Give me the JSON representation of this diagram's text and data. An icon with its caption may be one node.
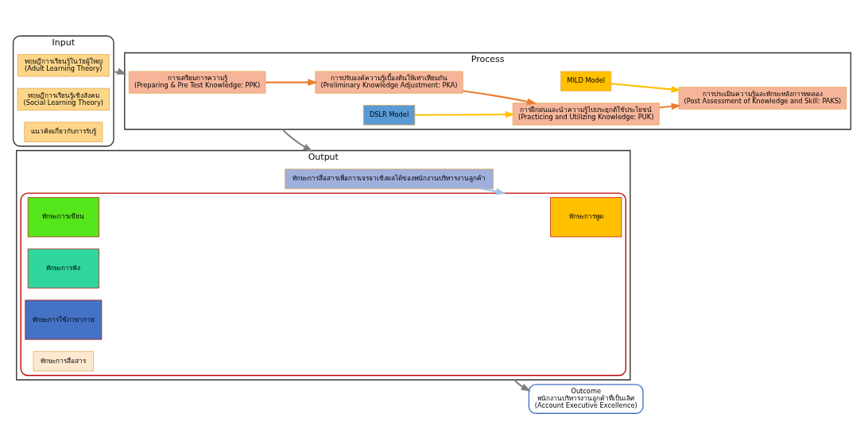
{
  "diagram": {
    "nodes": [
      {
        "text": [
          "Input"
        ]
      },
      {
        "text": [
          "ทฤษฎีการเรียนรู้ในวัยผู้ใหญ่",
          "(Adult Learning Theory)"
        ],
        "in": 0
      },
      {
        "text": [
          "ทฤษฎีการเรียนรู้เชิงสังคม",
          "(Social Learning Theory)"
        ],
        "in": 0
      },
      {
        "text": [
          "แนวคิดเกี่ยวกับการรับรู้"
        ],
        "in": 0
      },
      {
        "text": [
          "Process"
        ]
      },
      {
        "text": [
          "การเตรียมการความรู้",
          "(Preparing & Pre Test Knowledge: PPK)"
        ],
        "in": 4
      },
      {
        "text": [
          "การปรับองค์ความรู้เบื้องต้นให้เท่าเทียมกัน",
          "(Preliminary Knowledge Adjustment: PKA)"
        ],
        "in": 4
      },
      {
        "text": [
          "การฝึกฝนและนำความรู้ไปประยุกต์ใช้ประโยชน์",
          "(Practicing and Utilizing Knowledge: PUK)"
        ],
        "in": 4
      },
      {
        "text": [
          "การประเมินความรู้และทักษะหลังการทดลอง",
          "(Post Assessment of Knowledge and Skill: PAKS)"
        ],
        "in": 4
      },
      {
        "text": [
          "MILD Model"
        ],
        "in": 4
      },
      {
        "text": [
          "DSLR Model"
        ],
        "in": 4
      },
      {
        "text": [
          "Output"
        ]
      },
      {
        "text": [
          "ทักษะการสื่อสารเพื่อการเจรจาเชิงผลได้ของพนักงานบริหารงานลูกค้า"
        ],
        "in": 11
      },
      {
        "text": [],
        "shape": "box",
        "in": 11
      },
      {
        "text": [
          "ทักษะการพูด"
        ],
        "in": 13
      },
      {
        "text": [
          "ทักษะการเขียน"
        ],
        "in": 13
      },
      {
        "text": [
          "ทักษะการฟัง"
        ],
        "in": 13
      },
      {
        "text": [
          "ทักษะการใช้ภาษากาย"
        ],
        "in": 13
      },
      {
        "text": [
          "ทักษะการสื่อสาร"
        ],
        "in": 13
      },
      {
        "text": [
          "Outcome",
          "พนักงานบริหารงานลูกค้าที่เป็นเลิศ",
          "(Account Executive Excellence)"
        ]
      }
    ],
    "edges": [
      {
        "from": 0,
        "to": 4,
        "arrow": "to"
      },
      {
        "from": 5,
        "to": 6,
        "arrow": "to",
        "color": "#ed7d31"
      },
      {
        "from": 6,
        "to": 7,
        "arrow": "to",
        "color": "#ed7d31"
      },
      {
        "from": 7,
        "to": 8,
        "arrow": "to",
        "color": "#ed7d31"
      },
      {
        "from": 9,
        "to": 8,
        "arrow": "to",
        "color": "#ffc000"
      },
      {
        "from": 10,
        "to": 7,
        "arrow": "to",
        "color": "#ffc000"
      },
      {
        "from": 4,
        "to": 11,
        "arrow": "to"
      },
      {
        "from": 12,
        "to": 13,
        "arrow": "to",
        "color": "#9dc3e6"
      },
      {
        "from": 11,
        "to": 19,
        "arrow": "to"
      }
    ]
  }
}
